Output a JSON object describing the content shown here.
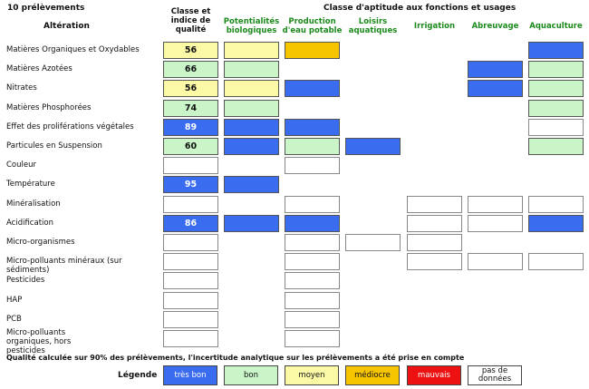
{
  "header": {
    "count": "10 prélèvements",
    "class_title": "Classe d'aptitude aux fonctions et usages",
    "alteration_label": "Altération"
  },
  "columns": [
    {
      "label": "Classe et indice de qualité"
    },
    {
      "label": "Potentialités biologiques"
    },
    {
      "label": "Production d'eau potable"
    },
    {
      "label": "Loisirs aquatiques"
    },
    {
      "label": "Irrigation"
    },
    {
      "label": "Abreuvage"
    },
    {
      "label": "Aquaculture"
    }
  ],
  "colors": {
    "tres_bon": "#3a6cf0",
    "bon": "#c9f5c9",
    "moyen": "#fbf8a6",
    "mediocre": "#f7c400",
    "mauvais": "#ee1111",
    "pas_de_donnees": "#ffffff",
    "heading_green": "#1c8a1c"
  },
  "rows": [
    {
      "label": "Matières Organiques et Oxydables",
      "cells": [
        [
          "moyen",
          "56"
        ],
        [
          "moyen",
          ""
        ],
        [
          "mediocre",
          ""
        ],
        null,
        null,
        null,
        [
          "tres_bon",
          ""
        ]
      ]
    },
    {
      "label": "Matières Azotées",
      "cells": [
        [
          "bon",
          "66"
        ],
        [
          "bon",
          ""
        ],
        null,
        null,
        null,
        [
          "tres_bon",
          ""
        ],
        [
          "bon",
          ""
        ]
      ]
    },
    {
      "label": "Nitrates",
      "cells": [
        [
          "moyen",
          "56"
        ],
        [
          "moyen",
          ""
        ],
        [
          "tres_bon",
          ""
        ],
        null,
        null,
        [
          "tres_bon",
          ""
        ],
        [
          "bon",
          ""
        ]
      ]
    },
    {
      "label": "Matières Phosphorées",
      "cells": [
        [
          "bon",
          "74"
        ],
        [
          "bon",
          ""
        ],
        null,
        null,
        null,
        null,
        [
          "bon",
          ""
        ]
      ]
    },
    {
      "label": "Effet des proliférations végétales",
      "cells": [
        [
          "tres_bon",
          "89"
        ],
        [
          "tres_bon",
          ""
        ],
        [
          "tres_bon",
          ""
        ],
        null,
        null,
        null,
        [
          "pas_de_donnees",
          ""
        ]
      ]
    },
    {
      "label": "Particules en Suspension",
      "cells": [
        [
          "bon",
          "60"
        ],
        [
          "tres_bon",
          ""
        ],
        [
          "bon",
          ""
        ],
        [
          "tres_bon",
          ""
        ],
        null,
        null,
        [
          "bon",
          ""
        ]
      ]
    },
    {
      "label": "Couleur",
      "cells": [
        [
          "pas_de_donnees",
          ""
        ],
        null,
        [
          "pas_de_donnees",
          ""
        ],
        null,
        null,
        null,
        null
      ]
    },
    {
      "label": "Température",
      "cells": [
        [
          "tres_bon",
          "95"
        ],
        [
          "tres_bon",
          ""
        ],
        null,
        null,
        null,
        null,
        null
      ]
    },
    {
      "label": "Minéralisation",
      "cells": [
        [
          "pas_de_donnees",
          ""
        ],
        null,
        [
          "pas_de_donnees",
          ""
        ],
        null,
        [
          "pas_de_donnees",
          ""
        ],
        [
          "pas_de_donnees",
          ""
        ],
        [
          "pas_de_donnees",
          ""
        ]
      ]
    },
    {
      "label": "Acidification",
      "cells": [
        [
          "tres_bon",
          "86"
        ],
        [
          "tres_bon",
          ""
        ],
        [
          "tres_bon",
          ""
        ],
        null,
        [
          "pas_de_donnees",
          ""
        ],
        [
          "pas_de_donnees",
          ""
        ],
        [
          "tres_bon",
          ""
        ]
      ]
    },
    {
      "label": "Micro-organismes",
      "cells": [
        [
          "pas_de_donnees",
          ""
        ],
        null,
        [
          "pas_de_donnees",
          ""
        ],
        [
          "pas_de_donnees",
          ""
        ],
        [
          "pas_de_donnees",
          ""
        ],
        null,
        null
      ]
    },
    {
      "label": "Micro-polluants minéraux (sur sédiments)",
      "cells": [
        [
          "pas_de_donnees",
          ""
        ],
        null,
        [
          "pas_de_donnees",
          ""
        ],
        null,
        [
          "pas_de_donnees",
          ""
        ],
        [
          "pas_de_donnees",
          ""
        ],
        [
          "pas_de_donnees",
          ""
        ]
      ]
    },
    {
      "label": "Pesticides",
      "cells": [
        [
          "pas_de_donnees",
          ""
        ],
        null,
        [
          "pas_de_donnees",
          ""
        ],
        null,
        null,
        null,
        null
      ]
    },
    {
      "label": "HAP",
      "cells": [
        [
          "pas_de_donnees",
          ""
        ],
        null,
        [
          "pas_de_donnees",
          ""
        ],
        null,
        null,
        null,
        null
      ]
    },
    {
      "label": "PCB",
      "cells": [
        [
          "pas_de_donnees",
          ""
        ],
        null,
        [
          "pas_de_donnees",
          ""
        ],
        null,
        null,
        null,
        null
      ]
    },
    {
      "label": "Micro-polluants organiques, hors pesticides",
      "cells": [
        [
          "pas_de_donnees",
          ""
        ],
        null,
        [
          "pas_de_donnees",
          ""
        ],
        null,
        null,
        null,
        null
      ]
    }
  ],
  "note": "Qualité calculée sur 90% des prélèvements, l'incertitude analytique sur les prélèvements a été prise en compte",
  "legend": {
    "label": "Légende",
    "items": [
      {
        "key": "tres_bon",
        "label": "très bon"
      },
      {
        "key": "bon",
        "label": "bon"
      },
      {
        "key": "moyen",
        "label": "moyen"
      },
      {
        "key": "mediocre",
        "label": "médiocre"
      },
      {
        "key": "mauvais",
        "label": "mauvais"
      },
      {
        "key": "pas_de_donnees",
        "label": "pas de données"
      }
    ]
  }
}
